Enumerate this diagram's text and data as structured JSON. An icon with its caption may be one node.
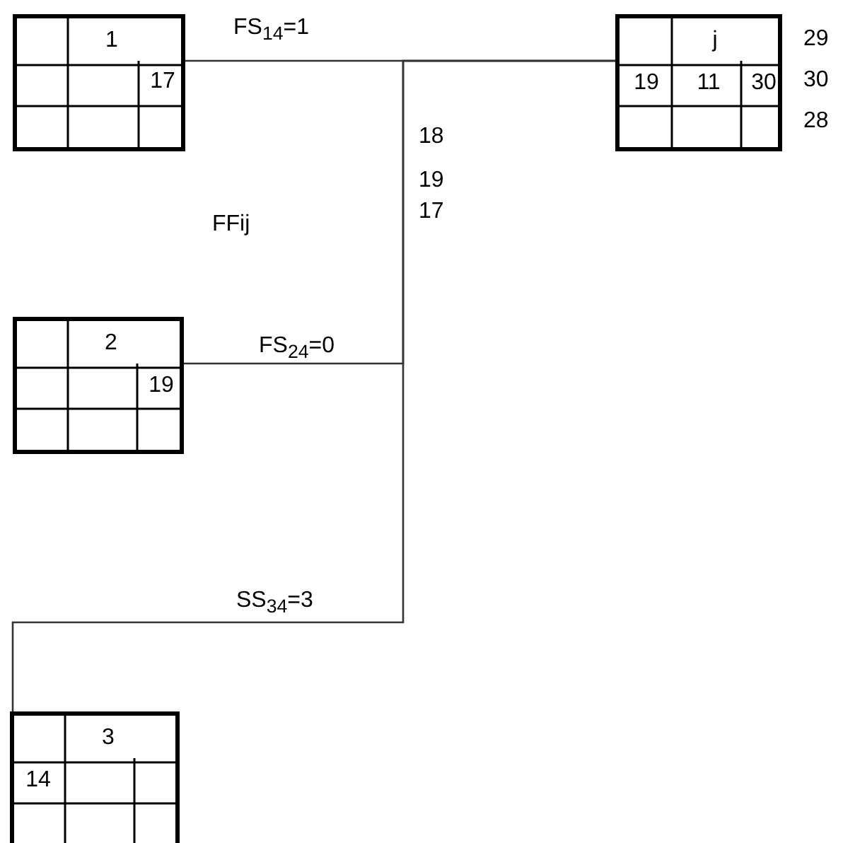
{
  "diagram": {
    "nodes": [
      {
        "text": [
          "1",
          "17"
        ]
      },
      {
        "text": [
          "2",
          "19"
        ]
      },
      {
        "text": [
          "3",
          "14"
        ]
      },
      {
        "text": [
          "j",
          "19",
          "11",
          "30"
        ],
        "beside": [
          "29",
          "30",
          "28"
        ]
      }
    ],
    "edges": [
      {
        "from": 0,
        "to": 3,
        "arrow": "none",
        "label": "FS$_{14}$=1"
      },
      {
        "from": 1,
        "to": 3,
        "arrow": "none",
        "label": "FS$_{24}$=0"
      },
      {
        "from": 2,
        "to": 3,
        "arrow": "none",
        "label": "SS$_{34}$=3"
      }
    ],
    "labels": [
      "18",
      "19",
      "17",
      "FFij"
    ]
  }
}
